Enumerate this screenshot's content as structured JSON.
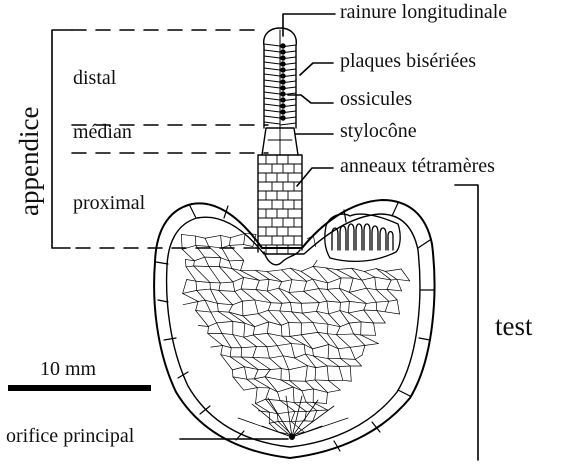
{
  "labels": {
    "appendice": "appendice",
    "distal": "distal",
    "median": "médian",
    "proximal": "proximal",
    "test": "test",
    "scale": "10 mm",
    "orifice": "orifice principal",
    "rainure": "rainure longitudinale",
    "plaques": "plaques bisériées",
    "ossicules": "ossicules",
    "stylocone": "stylocône",
    "anneaux": "anneaux tétramères"
  }
}
